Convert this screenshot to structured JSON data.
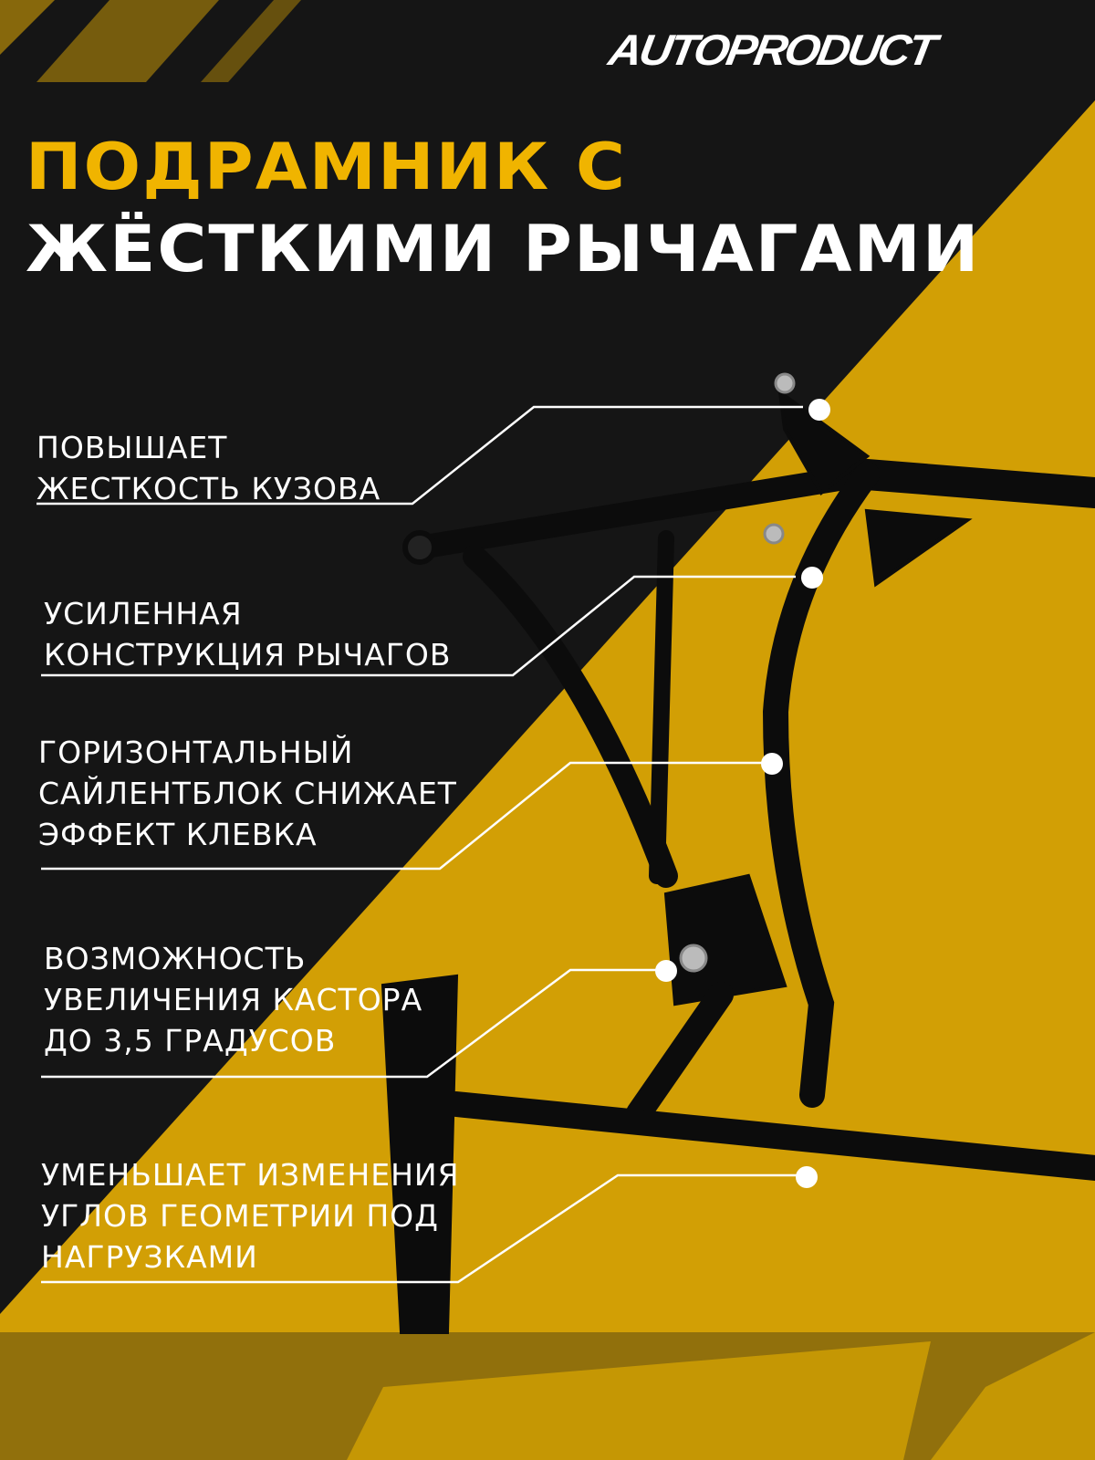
{
  "brand": {
    "logo": "AUTOPRODUCT"
  },
  "title": {
    "line1": "ПОДРАМНИК С",
    "line2": "ЖЁСТКИМИ РЫЧАГАМИ"
  },
  "features": [
    {
      "lines": [
        "ПОВЫШАЕТ",
        "ЖЕСТКОСТЬ КУЗОВА"
      ]
    },
    {
      "lines": [
        "УСИЛЕННАЯ",
        "КОНСТРУКЦИЯ РЫЧАГОВ"
      ]
    },
    {
      "lines": [
        "ГОРИЗОНТАЛЬНЫЙ",
        "САЙЛЕНТБЛОК СНИЖАЕТ",
        "ЭФФЕКТ КЛЕВКА"
      ]
    },
    {
      "lines": [
        "ВОЗМОЖНОСТЬ",
        "УВЕЛИЧЕНИЯ КАСТОРА",
        "ДО 3,5 ГРАДУСОВ"
      ]
    },
    {
      "lines": [
        "УМЕНЬШАЕТ ИЗМЕНЕНИЯ",
        "УГЛОВ ГЕОМЕТРИИ ПОД",
        "НАГРУЗКАМИ"
      ]
    }
  ],
  "colors": {
    "accent": "#f0b400",
    "yellow_bg": "#d29f05",
    "dark_bg": "#151515"
  }
}
